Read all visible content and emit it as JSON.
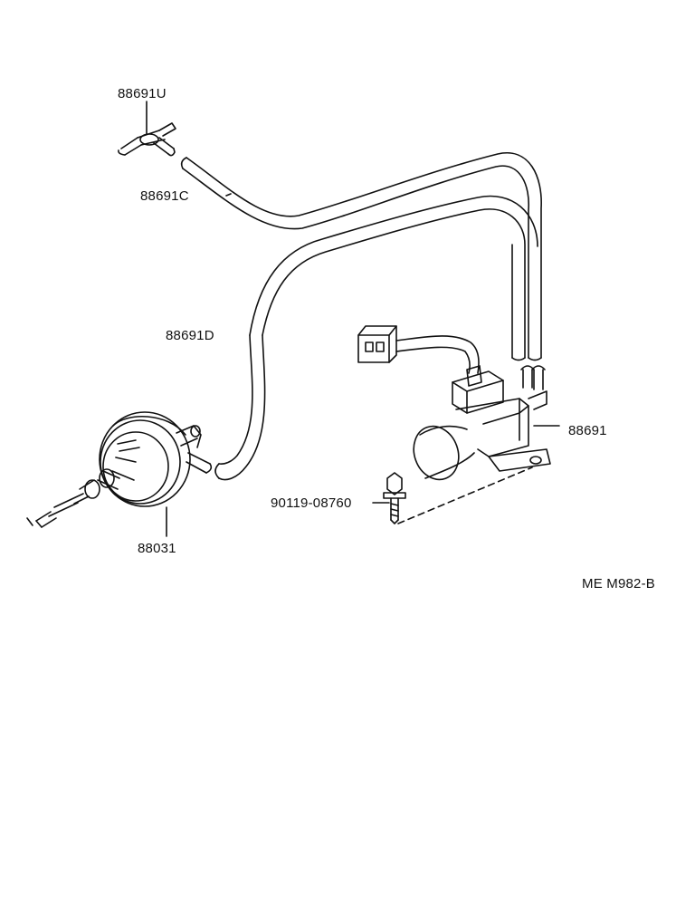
{
  "diagram": {
    "code": "ME M982-B",
    "colors": {
      "line": "#111111",
      "background": "#ffffff"
    },
    "parts": {
      "tee_joint": "88691U",
      "hose_c": "88691C",
      "hose_d": "88691D",
      "vsv": "88691",
      "bolt": "90119-08760",
      "actuator": "88031"
    }
  }
}
